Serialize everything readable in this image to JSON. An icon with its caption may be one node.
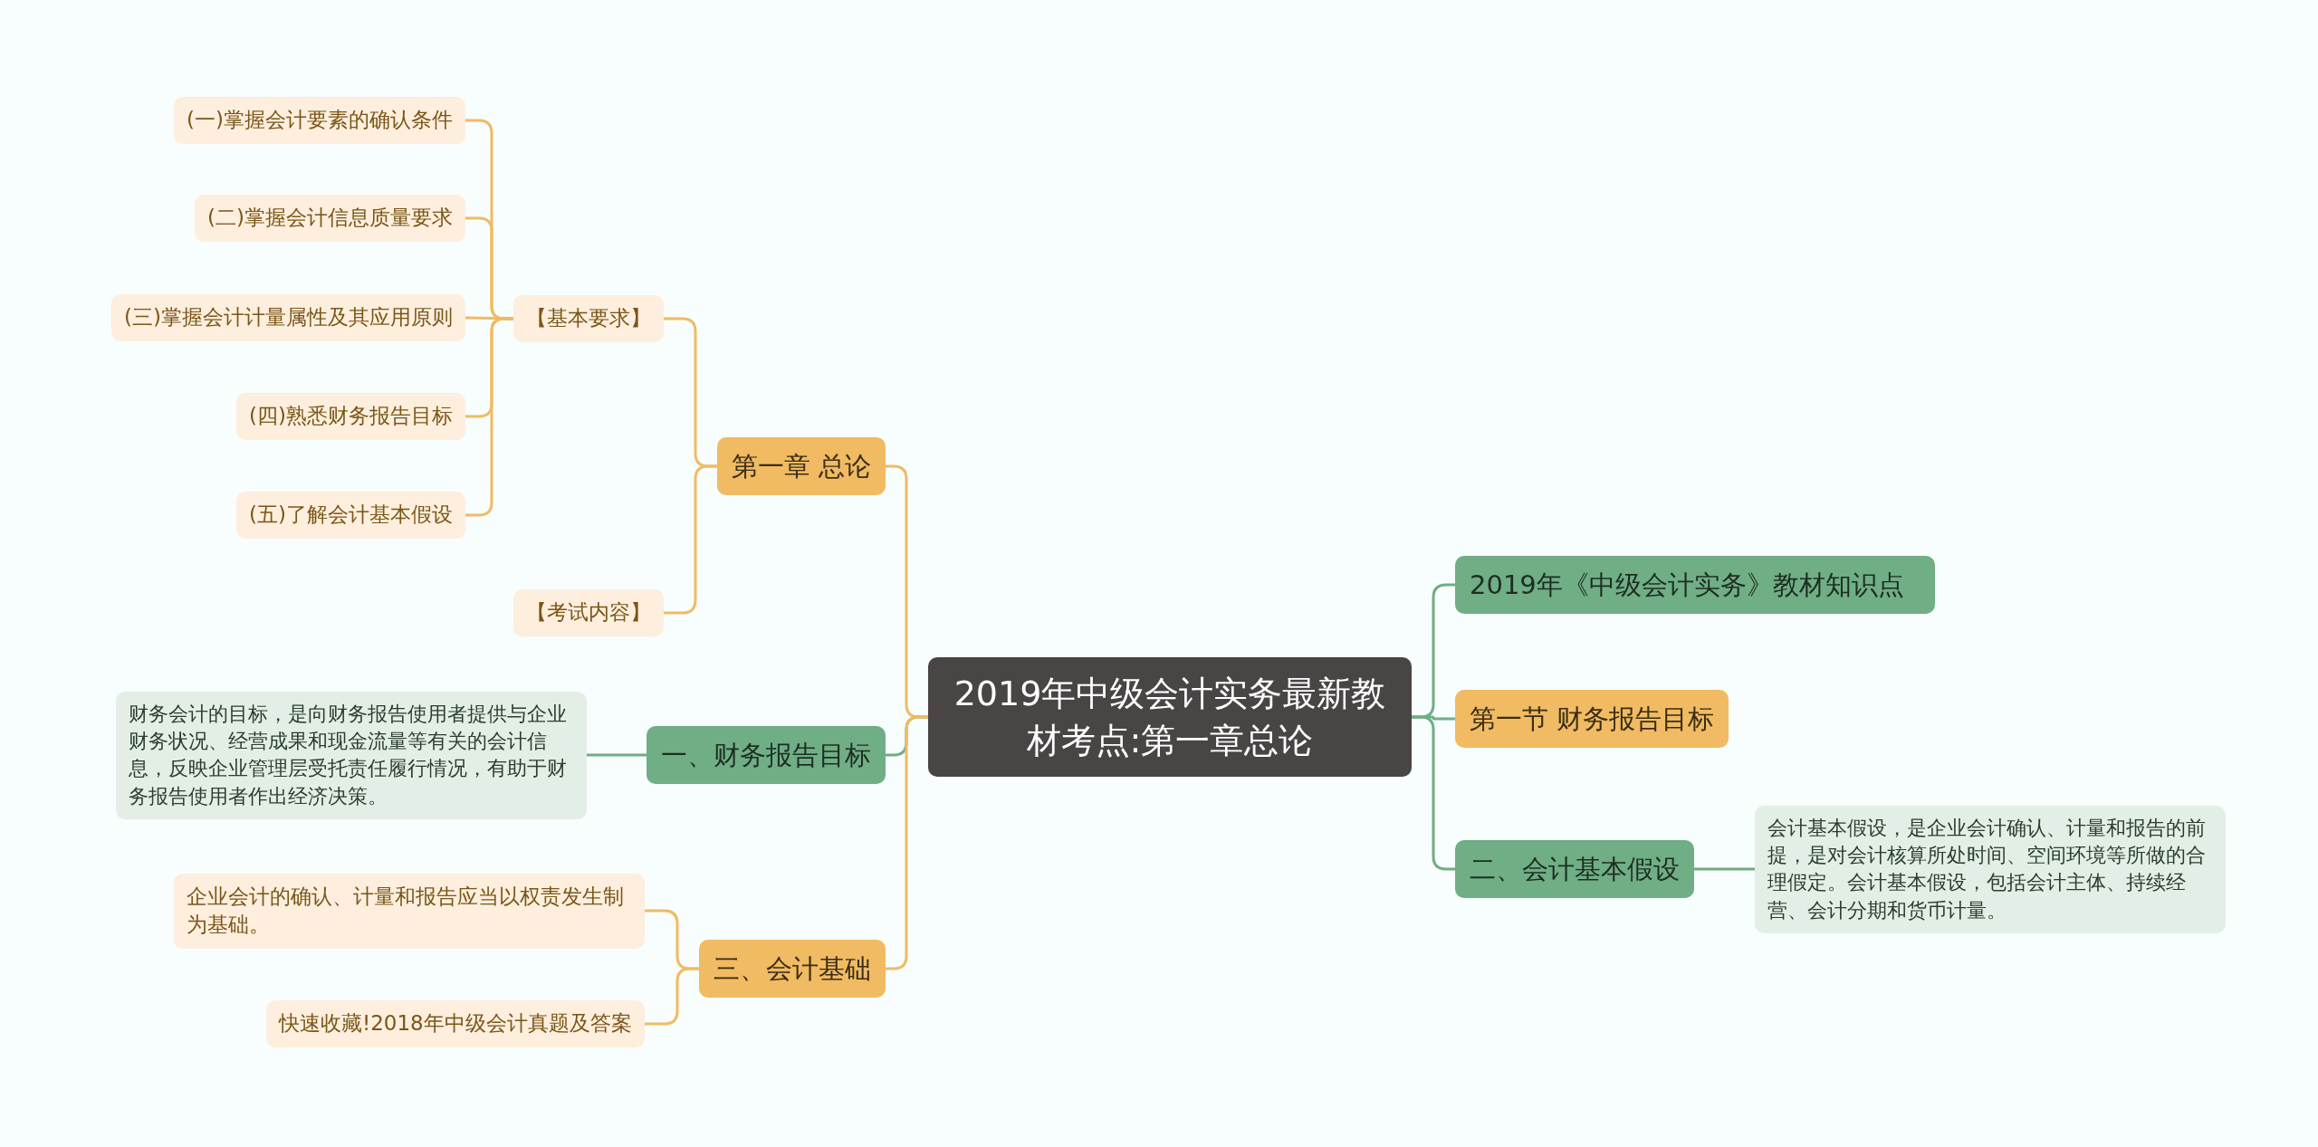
{
  "diagram": {
    "nodes": [
      {
        "text": [
          "2019年中级会计实务最新教材考点:第一章总论"
        ]
      },
      {
        "text": [
          "第一章 总论"
        ]
      },
      {
        "text": [
          "【基本要求】"
        ]
      },
      {
        "text": [
          "(一)掌握会计要素的确认条件"
        ]
      },
      {
        "text": [
          "(二)掌握会计信息质量要求"
        ]
      },
      {
        "text": [
          "(三)掌握会计计量属性及其应用原则"
        ]
      },
      {
        "text": [
          "(四)熟悉财务报告目标"
        ]
      },
      {
        "text": [
          "(五)了解会计基本假设"
        ]
      },
      {
        "text": [
          "【考试内容】"
        ]
      },
      {
        "text": [
          "一、财务报告目标"
        ]
      },
      {
        "text": [
          "财务会计的目标，是向财务报告使用者提供与企业财务状况、经营成果和现金流量等有关的会计信息，反映企业管理层受托责任履行情况，有助于财务报告使用者作出经济决策。"
        ]
      },
      {
        "text": [
          "三、会计基础"
        ]
      },
      {
        "text": [
          "企业会计的确认、计量和报告应当以权责发生制为基础。"
        ]
      },
      {
        "text": [
          "快速收藏!2018年中级会计真题及答案"
        ]
      },
      {
        "text": [
          "2019年《中级会计实务》教材知识点"
        ]
      },
      {
        "text": [
          "第一节 财务报告目标"
        ]
      },
      {
        "text": [
          "二、会计基本假设"
        ]
      },
      {
        "text": [
          "会计基本假设，是企业会计确认、计量和报告的前提，是对会计核算所处时间、空间环境等所做的合理假定。会计基本假设，包括会计主体、持续经营、会计分期和货币计量。"
        ]
      }
    ],
    "edges": [
      {
        "from": 0,
        "to": 1,
        "arrow": "none"
      },
      {
        "from": 1,
        "to": 2,
        "arrow": "none"
      },
      {
        "from": 2,
        "to": 3,
        "arrow": "none"
      },
      {
        "from": 2,
        "to": 4,
        "arrow": "none"
      },
      {
        "from": 2,
        "to": 5,
        "arrow": "none"
      },
      {
        "from": 2,
        "to": 6,
        "arrow": "none"
      },
      {
        "from": 2,
        "to": 7,
        "arrow": "none"
      },
      {
        "from": 1,
        "to": 8,
        "arrow": "none"
      },
      {
        "from": 0,
        "to": 9,
        "arrow": "none",
        "color": "#6fae85"
      },
      {
        "from": 9,
        "to": 10,
        "arrow": "none",
        "color": "#6fae85"
      },
      {
        "from": 0,
        "to": 11,
        "arrow": "none"
      },
      {
        "from": 11,
        "to": 12,
        "arrow": "none"
      },
      {
        "from": 11,
        "to": 13,
        "arrow": "none"
      },
      {
        "from": 0,
        "to": 14,
        "arrow": "none",
        "color": "#6fae85"
      },
      {
        "from": 0,
        "to": 15,
        "arrow": "none",
        "color": "#6fae85"
      },
      {
        "from": 0,
        "to": 16,
        "arrow": "none",
        "color": "#6fae85"
      },
      {
        "from": 16,
        "to": 17,
        "arrow": "none",
        "color": "#6fae85"
      }
    ]
  }
}
